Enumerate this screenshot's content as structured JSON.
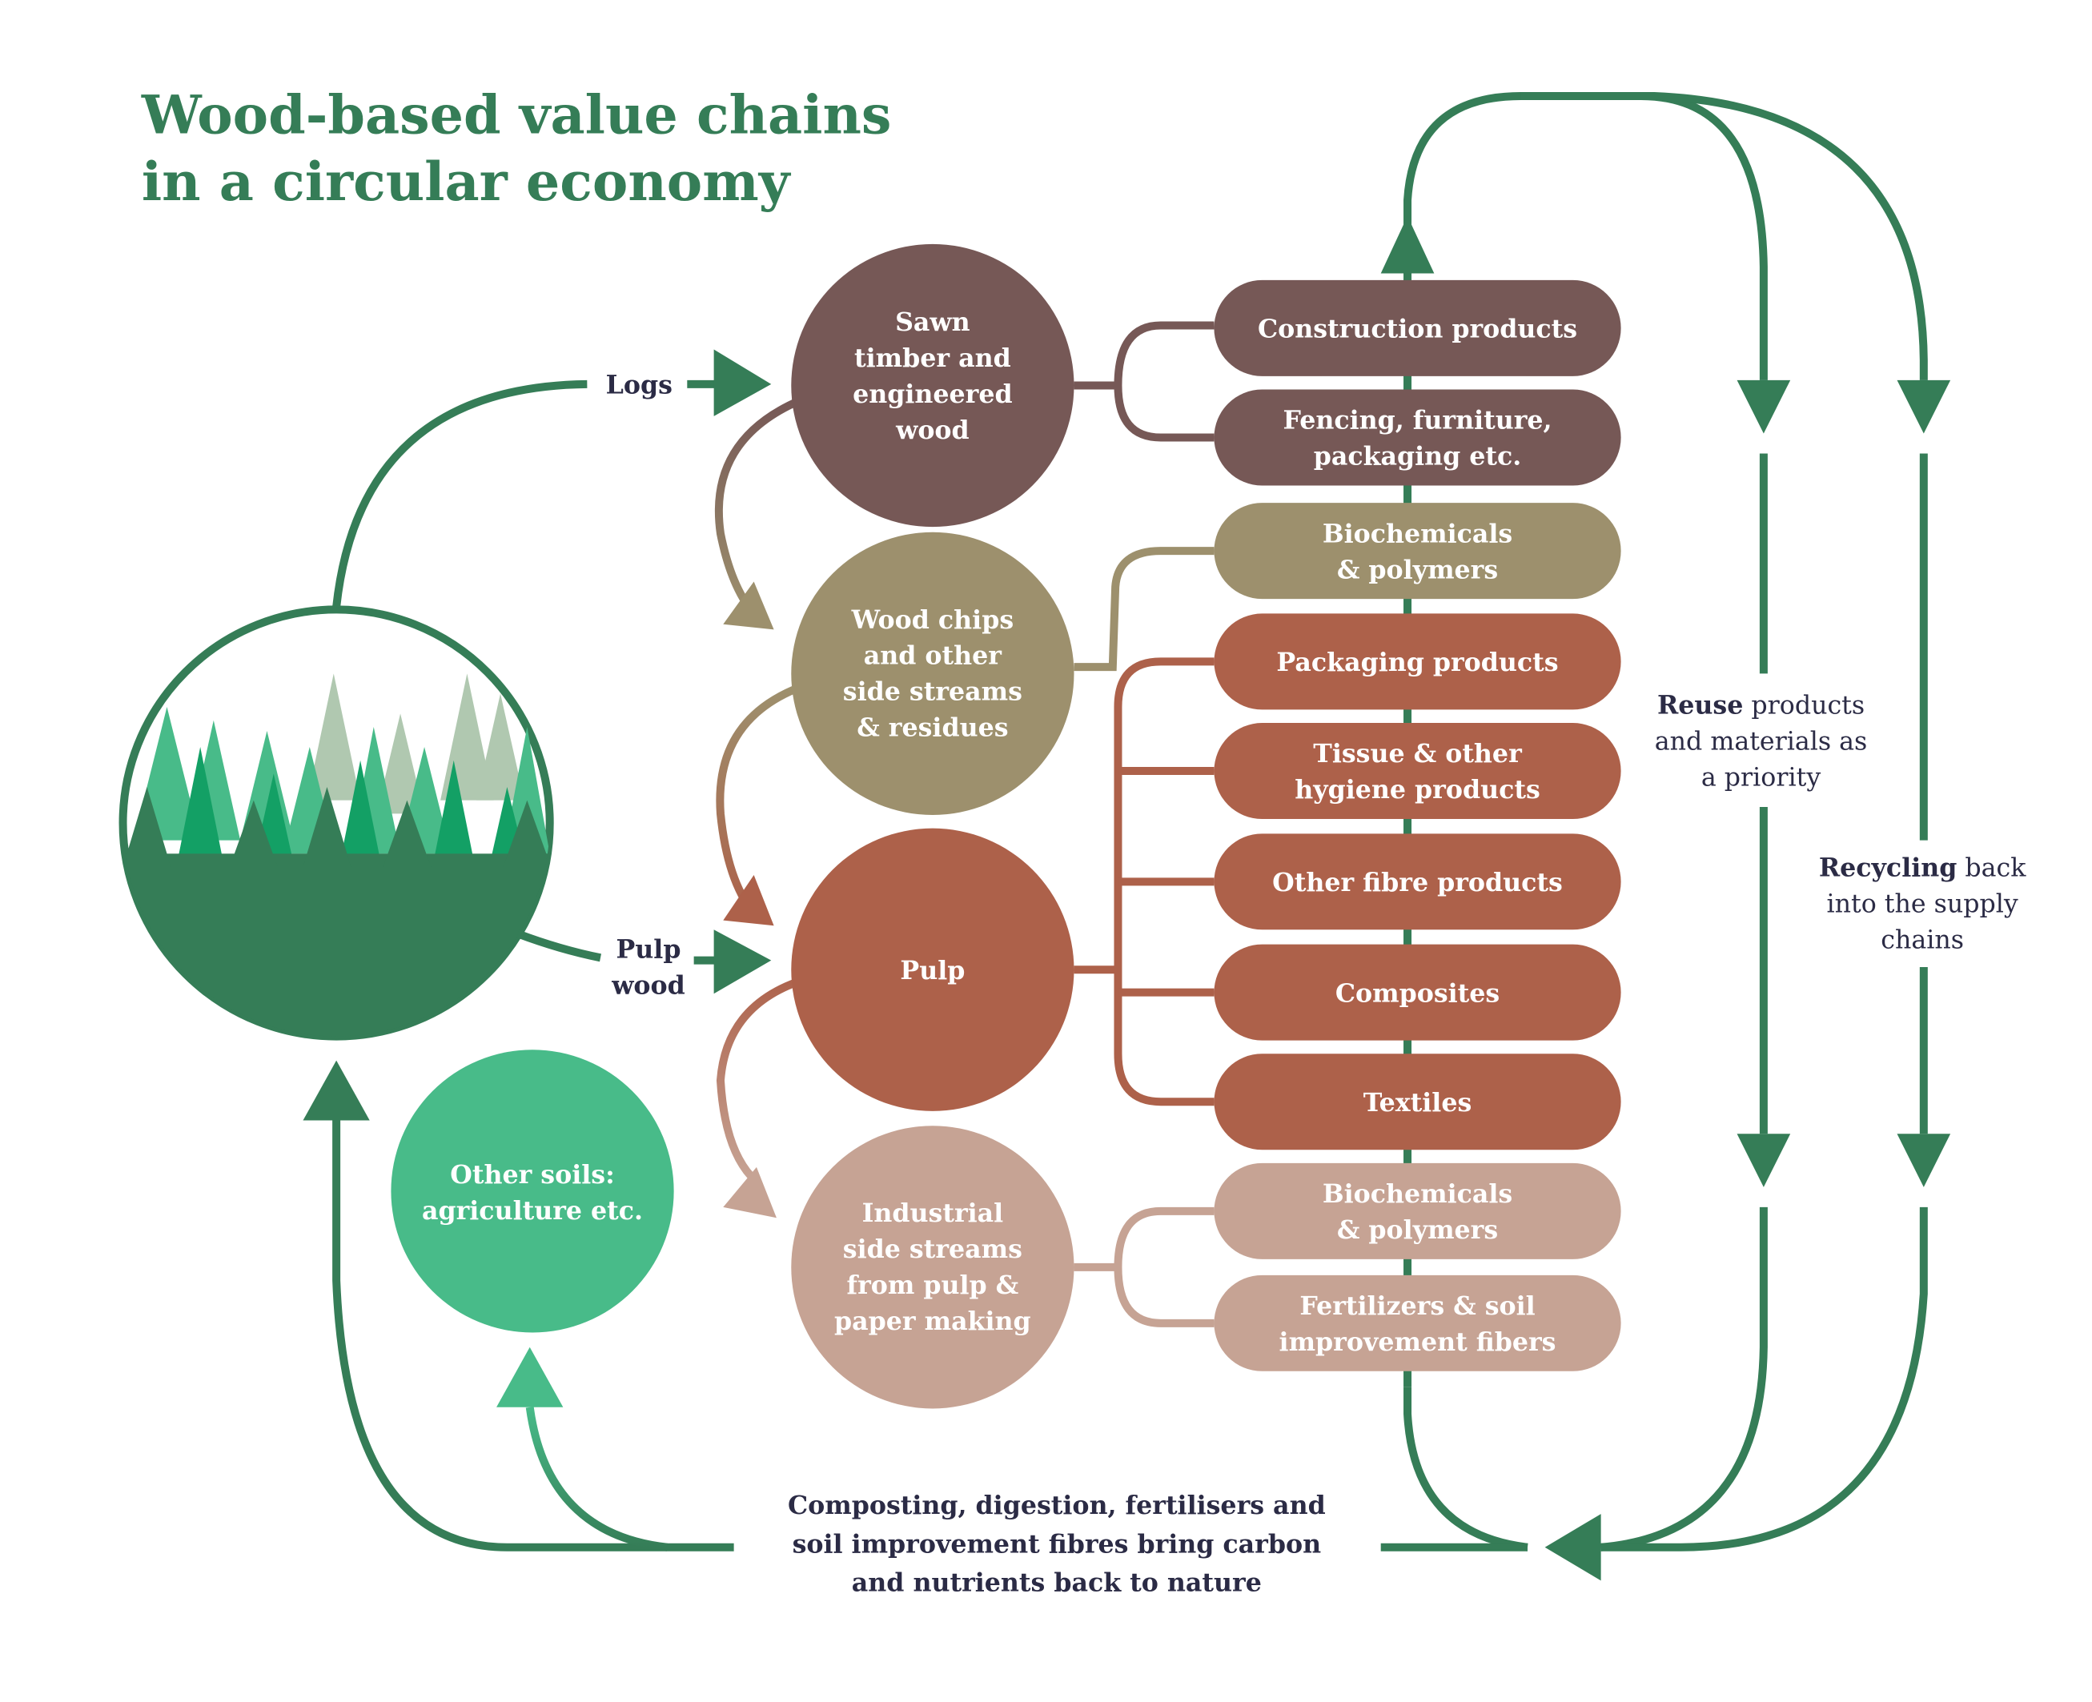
{
  "title": {
    "line1": "Wood-based value chains",
    "line2": "in a circular economy"
  },
  "colors": {
    "green": "#357d57",
    "light_green": "#48bb89",
    "sawn": "#765856",
    "chips": "#9d906d",
    "pulp": "#ad614a",
    "industrial": "#c6a394",
    "text_dark": "#2b2b45"
  },
  "forest": {
    "icon": "forest-trees-icon"
  },
  "flows": {
    "logs": "Logs",
    "pulp_wood_line1": "Pulp",
    "pulp_wood_line2": "wood"
  },
  "nodes": {
    "sawn": [
      "Sawn",
      "timber and",
      "engineered",
      "wood"
    ],
    "chips": [
      "Wood chips",
      "and other",
      "side streams",
      "& residues"
    ],
    "pulp": [
      "Pulp"
    ],
    "industrial": [
      "Industrial",
      "side streams",
      "from pulp &",
      "paper making"
    ],
    "soils": [
      "Other soils:",
      "agriculture etc."
    ]
  },
  "products": {
    "sawn": [
      [
        "Construction products"
      ],
      [
        "Fencing, furniture,",
        "packaging etc."
      ]
    ],
    "chips": [
      [
        "Biochemicals",
        "& polymers"
      ]
    ],
    "pulp": [
      [
        "Packaging products"
      ],
      [
        "Tissue & other",
        "hygiene products"
      ],
      [
        "Other fibre products"
      ],
      [
        "Composites"
      ],
      [
        "Textiles"
      ]
    ],
    "industrial": [
      [
        "Biochemicals",
        "& polymers"
      ],
      [
        "Fertilizers & soil",
        "improvement fibers"
      ]
    ]
  },
  "loops": {
    "reuse_bold": "Reuse",
    "reuse_rest1": " products",
    "reuse_line2": "and materials as",
    "reuse_line3": "a priority",
    "recycling_bold": "Recycling",
    "recycling_rest1": " back",
    "recycling_line2": "into the supply",
    "recycling_line3": "chains"
  },
  "bottom": {
    "line1": "Composting, digestion, fertilisers and",
    "line2": "soil improvement fibres bring carbon",
    "line3": "and nutrients back to nature"
  }
}
